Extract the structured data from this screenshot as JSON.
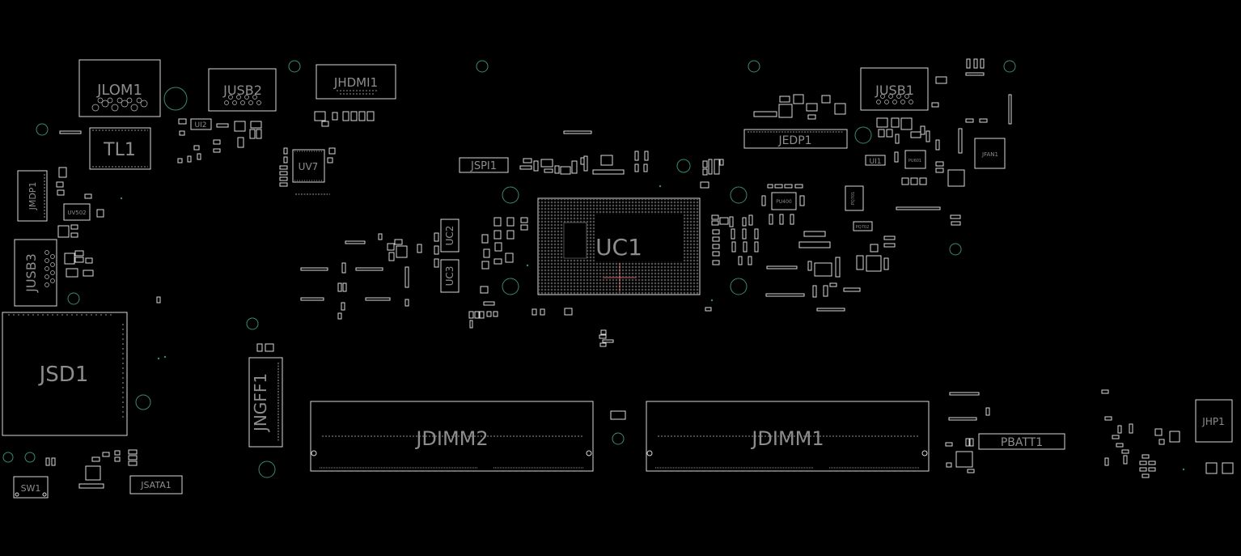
{
  "board": {
    "background": "#000000",
    "outline_color": "#d9d9d9",
    "label_color": "#8d8d8d",
    "mounting_hole_color": "#3a8a6a",
    "cursor_color": "#c06060"
  },
  "labels": {
    "jlom1": "JLOM1",
    "jusb2": "JUSB2",
    "jhdmi1": "JHDMI1",
    "jusb1": "JUSB1",
    "tl1": "TL1",
    "ui2": "UI2",
    "uv7": "UV7",
    "jspi1": "JSPI1",
    "jedp1": "JEDP1",
    "ui1": "UI1",
    "jfan1": "JFAN1",
    "jmdp1": "JMDP1",
    "uv502": "UV502",
    "jusb3": "JUSB3",
    "uc2": "UC2",
    "uc3": "UC3",
    "uc1": "UC1",
    "jsd1": "JSD1",
    "jngff1": "JNGFF1",
    "jdimm2": "JDIMM2",
    "jdimm1": "JDIMM1",
    "pbatt1": "PBATT1",
    "jhp1": "JHP1",
    "sw1": "SW1",
    "jsata1": "JSATA1",
    "pu400": "PU400",
    "pq701": "PQ701",
    "pq702": "PQ702",
    "pu601": "PU601"
  }
}
